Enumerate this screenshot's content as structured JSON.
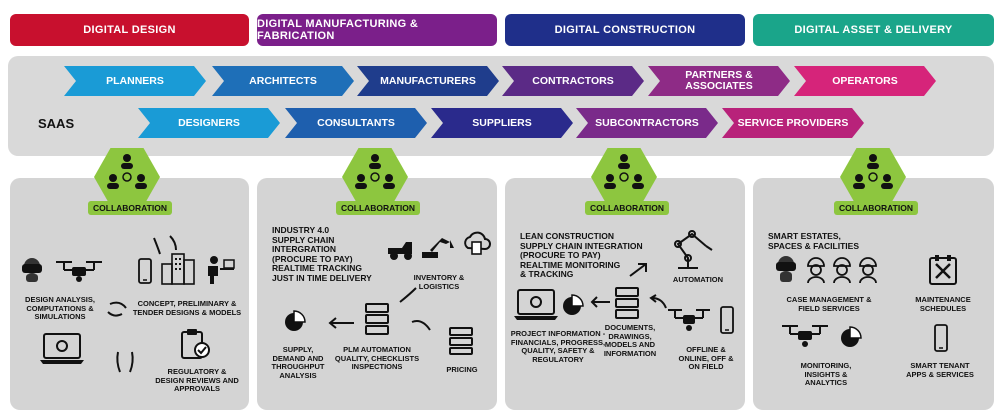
{
  "top_bars": [
    {
      "label": "DIGITAL DESIGN",
      "color": "#c8102e"
    },
    {
      "label": "DIGITAL MANUFACTURING & FABRICATION",
      "color": "#7b1f8a"
    },
    {
      "label": "DIGITAL CONSTRUCTION",
      "color": "#1f2f8a"
    },
    {
      "label": "DIGITAL ASSET & DELIVERY",
      "color": "#1aa58a"
    }
  ],
  "saas": {
    "label": "SAAS",
    "row1": [
      {
        "label": "PLANNERS",
        "color": "#1a9bd6"
      },
      {
        "label": "ARCHITECTS",
        "color": "#1e6fb8"
      },
      {
        "label": "MANUFACTURERS",
        "color": "#1f3d8c"
      },
      {
        "label": "CONTRACTORS",
        "color": "#5b2a86"
      },
      {
        "label": "PARTNERS & ASSOCIATES",
        "color": "#8e2b86"
      },
      {
        "label": "OPERATORS",
        "color": "#d6247a"
      }
    ],
    "row2": [
      {
        "label": "DESIGNERS",
        "color": "#1a9bd6"
      },
      {
        "label": "CONSULTANTS",
        "color": "#1e5fae"
      },
      {
        "label": "SUPPLIERS",
        "color": "#2a2a8c"
      },
      {
        "label": "SUBCONTRACTORS",
        "color": "#7a2a8a"
      },
      {
        "label": "SERVICE PROVIDERS",
        "color": "#b8227a"
      }
    ]
  },
  "collaboration_label": "COLLABORATION",
  "panels": {
    "design": {
      "labels": {
        "analysis": "DESIGN ANALYSIS, COMPUTATIONS & SIMULATIONS",
        "concept": "CONCEPT, PRELIMINARY & TENDER DESIGNS & MODELS",
        "regulatory": "REGULATORY & DESIGN REVIEWS AND APPROVALS"
      }
    },
    "manufacturing": {
      "header": [
        "INDUSTRY 4.0",
        "SUPPLY CHAIN",
        "INTERGRATION",
        "(PROCURE TO PAY)",
        "REALTIME TRACKING",
        "JUST IN TIME DELIVERY"
      ],
      "labels": {
        "inventory": "INVENTORY & LOGISTICS",
        "supply": "SUPPLY, DEMAND AND THROUGHPUT ANALYSIS",
        "plm": "PLM AUTOMATION QUALITY, CHECKLISTS INSPECTIONS",
        "pricing": "PRICING"
      }
    },
    "construction": {
      "header": [
        "LEAN CONSTRUCTION",
        "SUPPLY CHAIN INTEGRATION",
        "(PROCURE TO PAY)",
        "REALTIME MONITORING",
        "& TRACKING"
      ],
      "labels": {
        "automation": "AUTOMATION",
        "project": "PROJECT INFORMATION - FINANCIALS, PROGRESS, QUALITY, SAFETY & REGULATORY",
        "documents": "DOCUMENTS, DRAWINGS, MODELS AND INFORMATION",
        "offline": "OFFLINE & ONLINE, OFF & ON FIELD"
      }
    },
    "asset": {
      "header": [
        "SMART ESTATES,",
        "SPACES & FACILITIES"
      ],
      "labels": {
        "case": "CASE MANAGEMENT & FIELD SERVICES",
        "maintenance": "MAINTENANCE SCHEDULES",
        "monitoring": "MONITORING, INSIGHTS & ANALYTICS",
        "tenant": "SMART TENANT APPS & SERVICES"
      }
    }
  }
}
